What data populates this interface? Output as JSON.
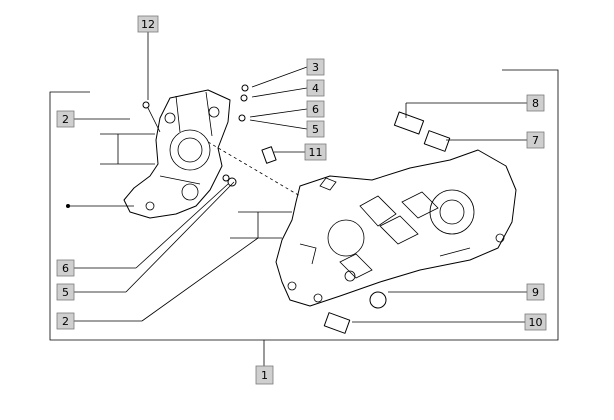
{
  "callouts": [
    {
      "id": "c12",
      "label": "12"
    },
    {
      "id": "c3",
      "label": "3"
    },
    {
      "id": "c4",
      "label": "4"
    },
    {
      "id": "c6a",
      "label": "6"
    },
    {
      "id": "c5a",
      "label": "5"
    },
    {
      "id": "c11",
      "label": "11"
    },
    {
      "id": "c8",
      "label": "8"
    },
    {
      "id": "c7",
      "label": "7"
    },
    {
      "id": "c2a",
      "label": "2"
    },
    {
      "id": "c6b",
      "label": "6"
    },
    {
      "id": "c5b",
      "label": "5"
    },
    {
      "id": "c2b",
      "label": "2"
    },
    {
      "id": "c9",
      "label": "9"
    },
    {
      "id": "c10",
      "label": "10"
    },
    {
      "id": "c1",
      "label": "1"
    }
  ]
}
